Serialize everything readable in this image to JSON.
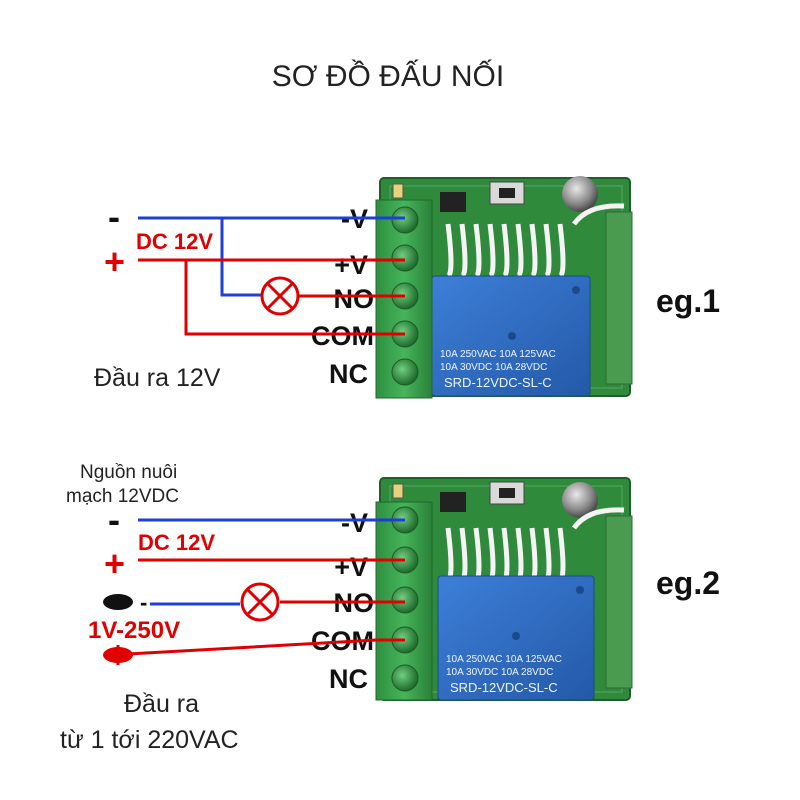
{
  "title": "SƠ ĐỒ ĐẤU NỐI",
  "colors": {
    "wire_blue": "#1f3fd6",
    "wire_red": "#e00000",
    "pcb_green": "#2f8a3c",
    "terminal_green": "#35a04a",
    "relay_blue": "#2e6dc6",
    "lamp_red": "#e00000"
  },
  "terminal_labels": [
    "-V",
    "+V",
    "NO",
    "COM",
    "NC"
  ],
  "relay": {
    "rating_line1": "10A 250VAC  10A 125VAC",
    "rating_line2": "10A  30VDC  10A  28VDC",
    "model": "SRD-12VDC-SL-C"
  },
  "example1": {
    "tag": "eg.1",
    "minus": "-",
    "plus": "+",
    "supply": "DC 12V",
    "output": "Đầu ra 12V",
    "lamp_icon": "lamp-x-icon"
  },
  "example2": {
    "tag": "eg.2",
    "source_line1": "Nguồn nuôi",
    "source_line2": "mạch 12VDC",
    "minus": "-",
    "plus": "+",
    "supply": "DC 12V",
    "load_dash": "-",
    "load_range": "1V-250V",
    "output_line1": "Đầu ra",
    "output_line2": "từ 1 tới 220VAC",
    "lamp_icon": "lamp-x-icon"
  }
}
